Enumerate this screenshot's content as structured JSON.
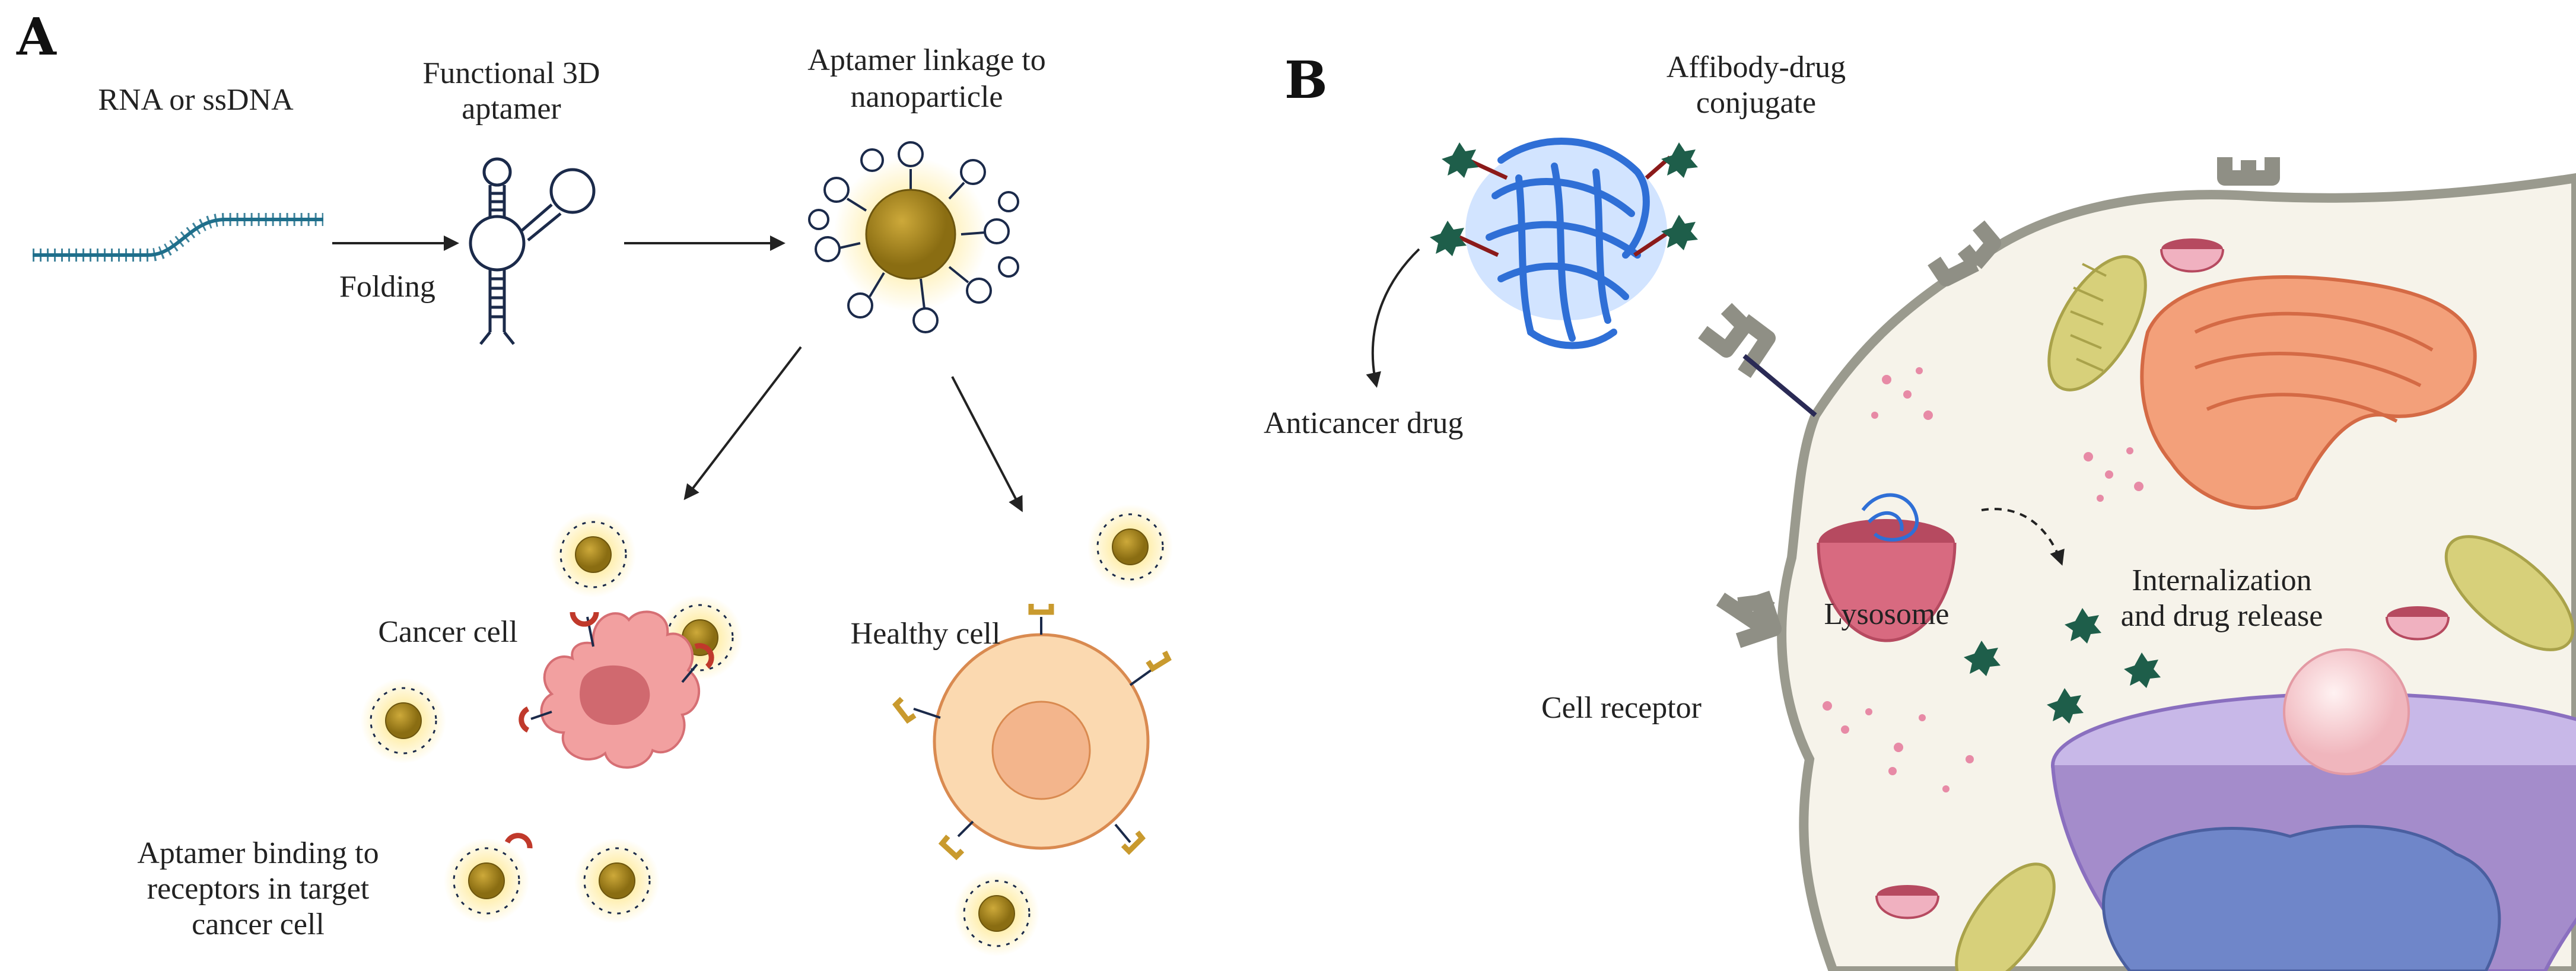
{
  "panel_a": {
    "letter": "A",
    "labels": {
      "rna": "RNA or ssDNA",
      "functional_1": "Functional 3D",
      "functional_2": "aptamer",
      "linkage_1": "Aptamer linkage to",
      "linkage_2": "nanoparticle",
      "folding": "Folding",
      "cancer_cell": "Cancer cell",
      "healthy_cell": "Healthy cell",
      "binding_1": "Aptamer binding to",
      "binding_2": "receptors in target",
      "binding_3": "cancer cell"
    }
  },
  "panel_b": {
    "letter": "B",
    "labels": {
      "affibody_1": "Affibody-drug",
      "affibody_2": "conjugate",
      "anticancer": "Anticancer drug",
      "lysosome": "Lysosome",
      "internal_1": "Internalization",
      "internal_2": "and drug release",
      "receptor": "Cell receptor"
    }
  },
  "colors": {
    "dna": "#1f6f8b",
    "nanoparticle": "#a8871e",
    "glow": "#ffe066",
    "cancer_cell": "#f2a0a0",
    "cancer_nucleus": "#d0696f",
    "healthy_cell": "#fbd9b0",
    "receptor_gold": "#c99a2e",
    "receptor_red": "#c0392b",
    "cell_membrane": "#9a9a8e",
    "cytoplasm": "#f6f3ea",
    "golgi": "#f3a07a",
    "mito": "#d7d07a",
    "nucleus": "#b8a6d6",
    "er": "#6f86c9",
    "lysosome": "#d86a80",
    "affibody": "#2f6fd6",
    "drug": "#1e5e4a"
  }
}
